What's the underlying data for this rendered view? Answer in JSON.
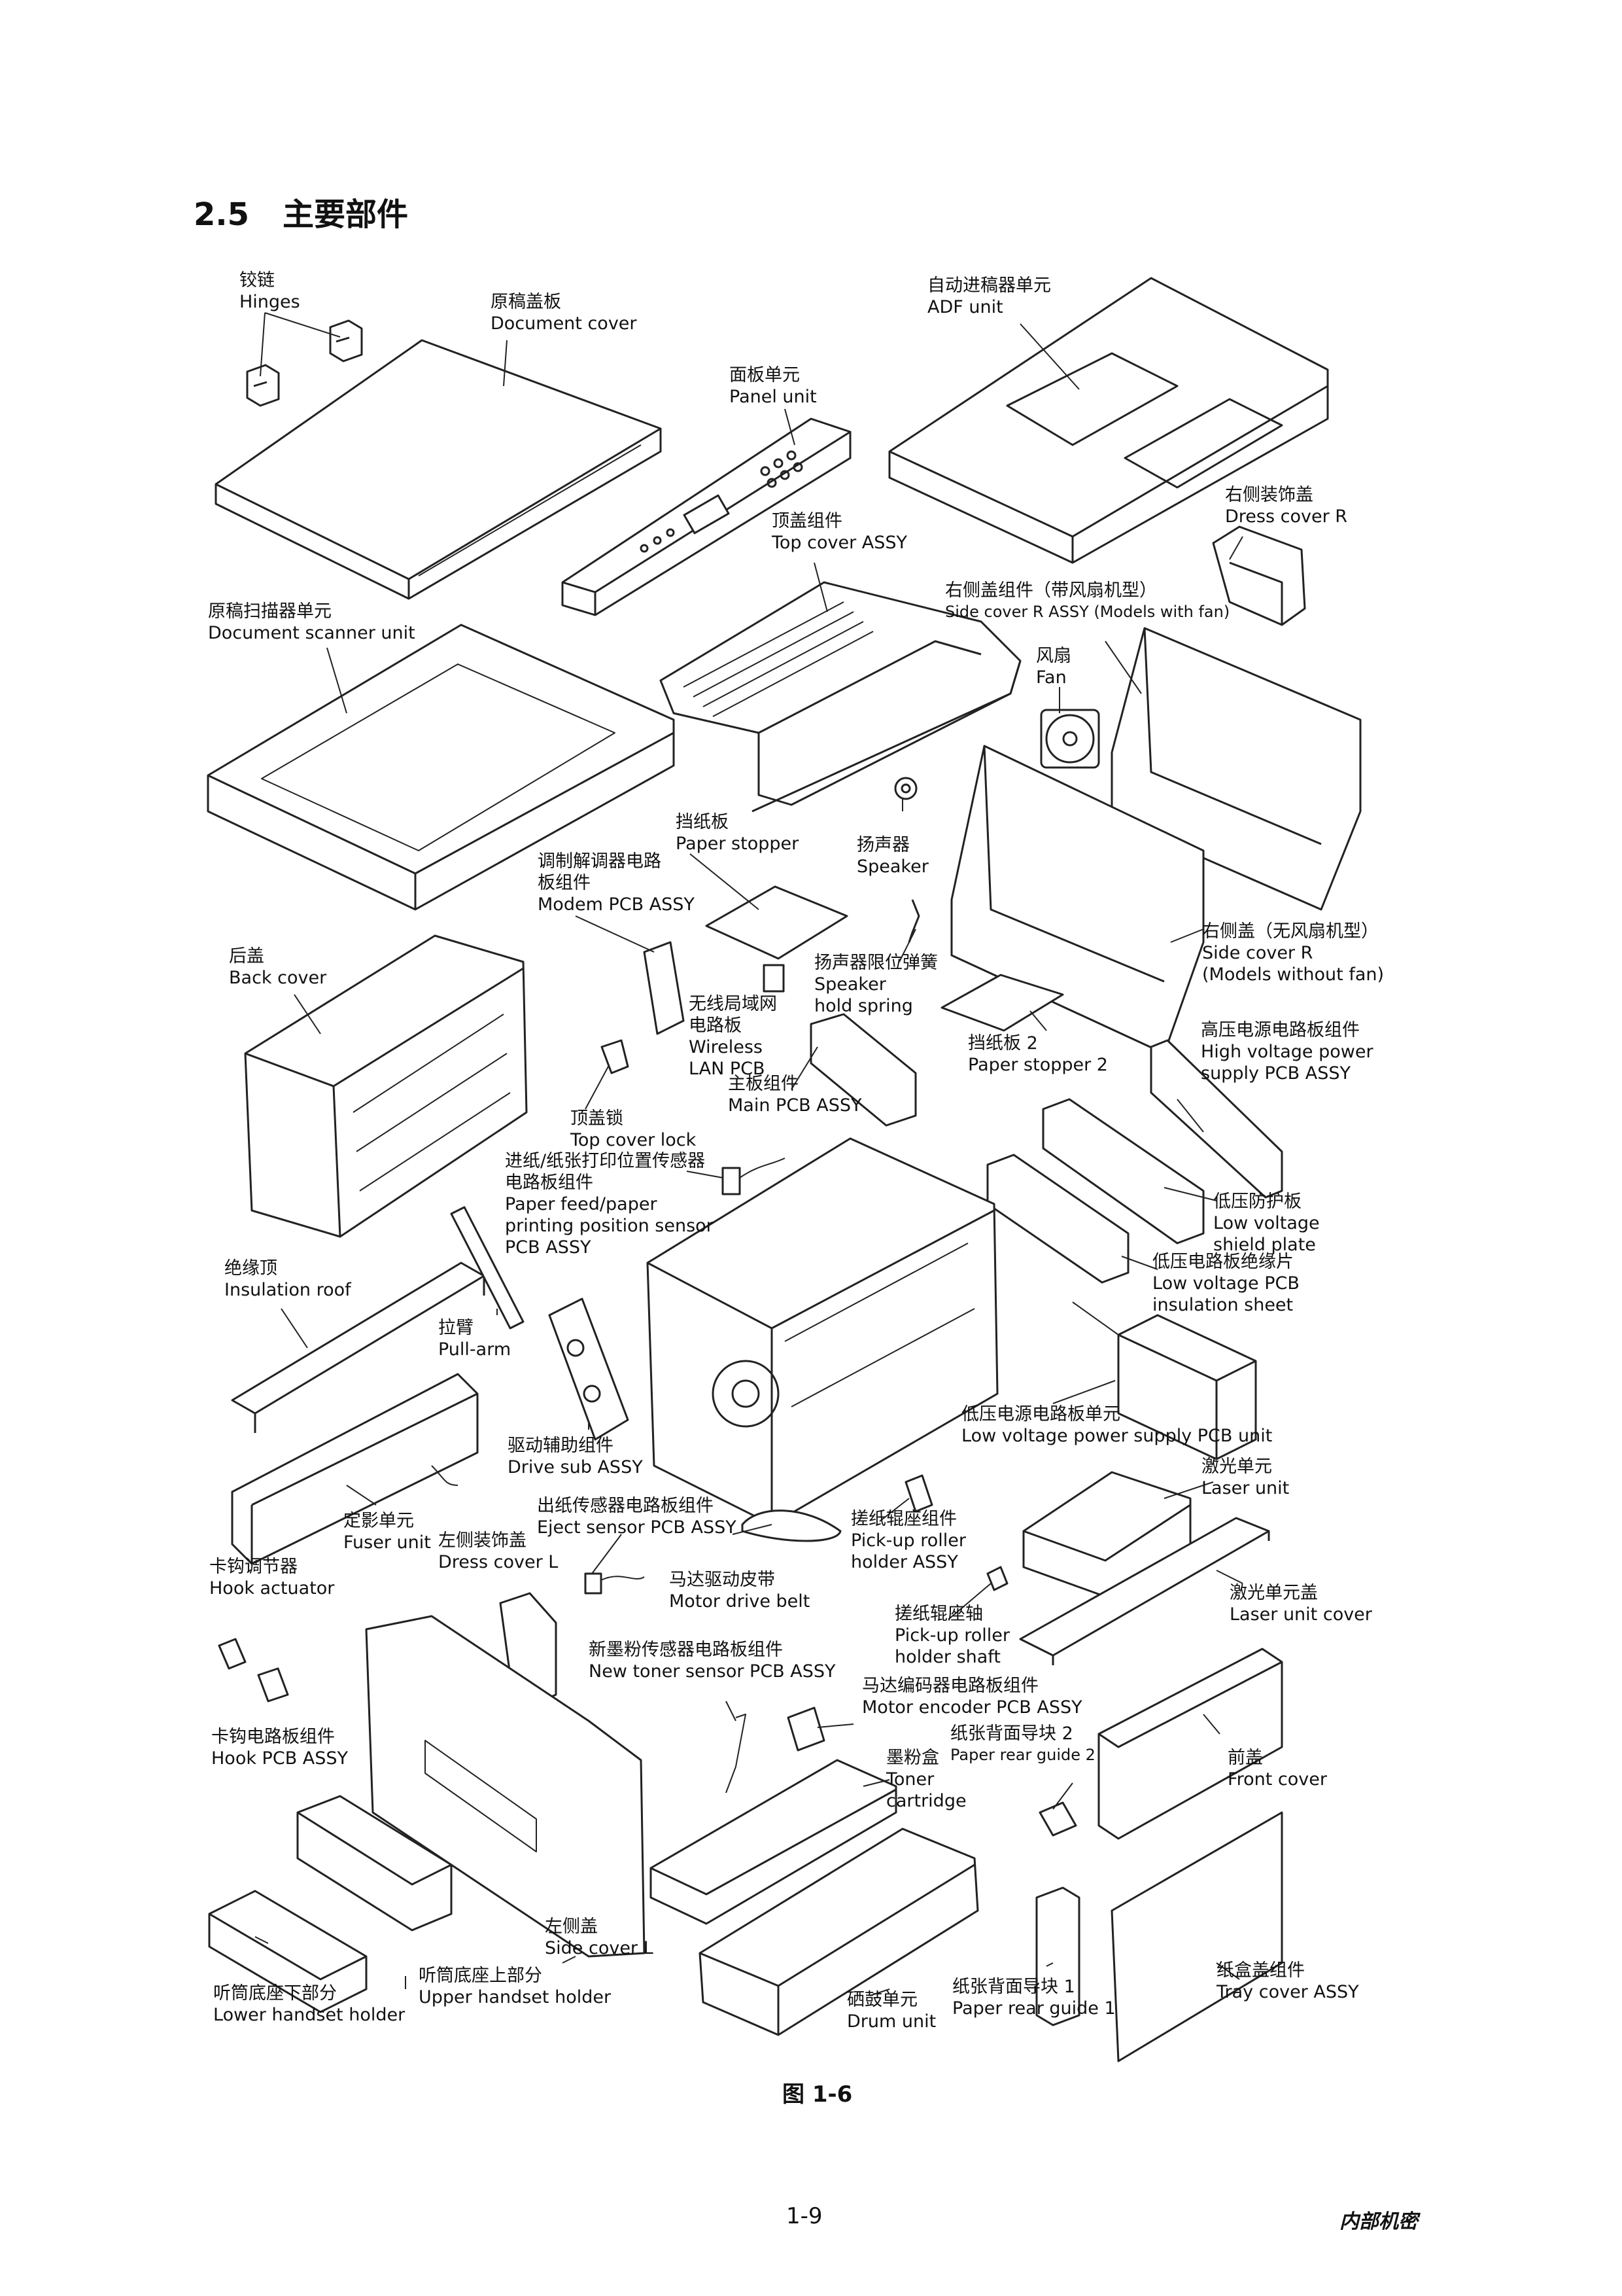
{
  "section": {
    "number": "2.5",
    "title": "主要部件"
  },
  "figure_caption": "图 1-6",
  "page_number": "1-9",
  "confidential": "内部机密",
  "labels": [
    {
      "cn": "铰链",
      "en": "Hinges"
    },
    {
      "cn": "原稿盖板",
      "en": "Document cover"
    },
    {
      "cn": "面板单元",
      "en": "Panel unit"
    },
    {
      "cn": "自动进稿器单元",
      "en": "ADF unit"
    },
    {
      "cn": "右侧装饰盖",
      "en": "Dress cover R"
    },
    {
      "cn": "顶盖组件",
      "en": "Top cover ASSY"
    },
    {
      "cn": "右侧盖组件（带风扇机型）",
      "en": "Side cover R ASSY (Models with fan)"
    },
    {
      "cn": "原稿扫描器单元",
      "en": "Document scanner unit"
    },
    {
      "cn": "风扇",
      "en": "Fan"
    },
    {
      "cn": "挡纸板",
      "en": "Paper stopper"
    },
    {
      "cn": "扬声器",
      "en": "Speaker"
    },
    {
      "cn": "调制解调器电路",
      "en": "板组件",
      "en2": "Modem PCB ASSY"
    },
    {
      "cn": "右侧盖（无风扇机型）",
      "en": "Side cover R",
      "en2": "(Models without fan)"
    },
    {
      "cn": "后盖",
      "en": "Back cover"
    },
    {
      "cn": "扬声器限位弹簧",
      "en": "Speaker",
      "en2": "hold spring"
    },
    {
      "cn": "无线局域网",
      "en": "电路板",
      "en2": "Wireless",
      "en3": "LAN PCB"
    },
    {
      "cn": "挡纸板 2",
      "en": "Paper stopper 2"
    },
    {
      "cn": "高压电源电路板组件",
      "en": "High voltage power",
      "en2": "supply PCB ASSY"
    },
    {
      "cn": "主板组件",
      "en": "Main PCB ASSY"
    },
    {
      "cn": "顶盖锁",
      "en": "Top cover lock"
    },
    {
      "cn": "进纸/纸张打印位置传感器",
      "en": "电路板组件",
      "en2": "Paper feed/paper",
      "en3": "printing position sensor",
      "en4": "PCB ASSY"
    },
    {
      "cn": "低压防护板",
      "en": "Low voltage",
      "en2": "shield plate"
    },
    {
      "cn": "低压电路板绝缘片",
      "en": "Low voltage PCB",
      "en2": "insulation sheet"
    },
    {
      "cn": "绝缘顶",
      "en": "Insulation roof"
    },
    {
      "cn": "拉臂",
      "en": "Pull-arm"
    },
    {
      "cn": "低压电源电路板单元",
      "en": "Low voltage power supply PCB unit"
    },
    {
      "cn": "驱动辅助组件",
      "en": "Drive sub ASSY"
    },
    {
      "cn": "激光单元",
      "en": "Laser unit"
    },
    {
      "cn": "出纸传感器电路板组件",
      "en": "Eject sensor PCB ASSY"
    },
    {
      "cn": "定影单元",
      "en": "Fuser unit"
    },
    {
      "cn": "左侧装饰盖",
      "en": "Dress cover L"
    },
    {
      "cn": "搓纸辊座组件",
      "en": "Pick-up roller",
      "en2": "holder ASSY"
    },
    {
      "cn": "卡钩调节器",
      "en": "Hook actuator"
    },
    {
      "cn": "马达驱动皮带",
      "en": "Motor drive belt"
    },
    {
      "cn": "激光单元盖",
      "en": "Laser unit cover"
    },
    {
      "cn": "搓纸辊座轴",
      "en": "Pick-up roller",
      "en2": "holder shaft"
    },
    {
      "cn": "新墨粉传感器电路板组件",
      "en": "New toner sensor PCB ASSY"
    },
    {
      "cn": "马达编码器电路板组件",
      "en": "Motor encoder PCB ASSY"
    },
    {
      "cn": "纸张背面导块 2",
      "en": "Paper rear guide 2"
    },
    {
      "cn": "卡钩电路板组件",
      "en": "Hook PCB ASSY"
    },
    {
      "cn": "墨粉盒",
      "en": "Toner",
      "en2": "cartridge"
    },
    {
      "cn": "前盖",
      "en": "Front cover"
    },
    {
      "cn": "左侧盖",
      "en": "Side cover L"
    },
    {
      "cn": "纸盒盖组件",
      "en": "Tray cover ASSY"
    },
    {
      "cn": "听筒底座下部分",
      "en": "Lower handset holder"
    },
    {
      "cn": "听筒底座上部分",
      "en": "Upper handset holder"
    },
    {
      "cn": "硒鼓单元",
      "en": "Drum unit"
    },
    {
      "cn": "纸张背面导块 1",
      "en": "Paper rear guide 1"
    }
  ]
}
